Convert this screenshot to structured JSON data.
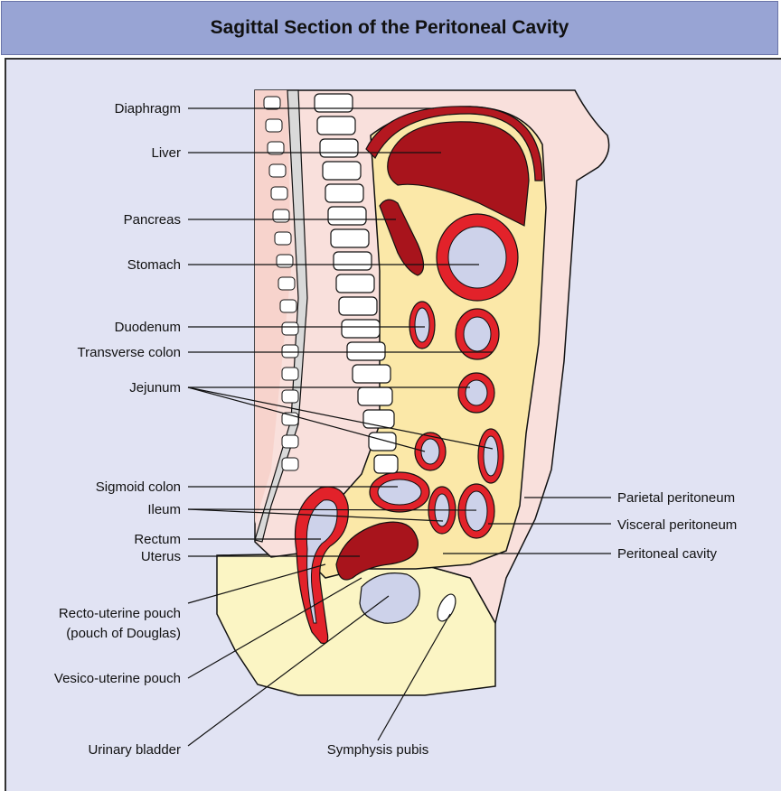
{
  "title": "Sagittal Section of the Peritoneal Cavity",
  "labels": {
    "diaphragm": "Diaphragm",
    "liver": "Liver",
    "pancreas": "Pancreas",
    "stomach": "Stomach",
    "duodenum": "Duodenum",
    "transverse_colon": "Transverse colon",
    "jejunum": "Jejunum",
    "sigmoid_colon": "Sigmoid colon",
    "ileum": "Ileum",
    "rectum": "Rectum",
    "uterus": "Uterus",
    "recto_uterine_pouch_1": "Recto-uterine pouch",
    "recto_uterine_pouch_2": "(pouch of Douglas)",
    "vesico_uterine_pouch": "Vesico-uterine pouch",
    "urinary_bladder": "Urinary bladder",
    "symphysis_pubis": "Symphysis pubis",
    "parietal_peritoneum": "Parietal peritoneum",
    "visceral_peritoneum": "Visceral peritoneum",
    "peritoneal_cavity": "Peritoneal cavity"
  },
  "colors": {
    "header_bg": "#98a4d4",
    "panel_bg": "#e1e3f3",
    "body_tissue": "#f9e0dc",
    "peritoneum_fill": "#fbe8a8",
    "organ_red": "#e2222a",
    "liver_dark": "#a8141c",
    "lumen": "#cdd2ea",
    "bone": "#ffffff"
  }
}
